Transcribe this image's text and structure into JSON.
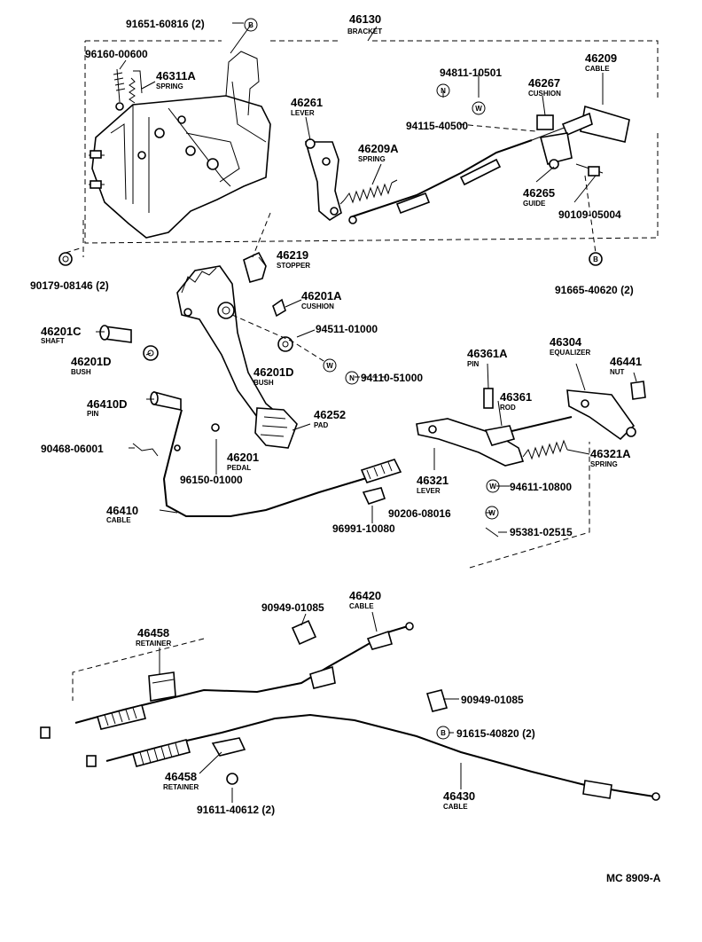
{
  "footer_code": "MC 8909-A",
  "symbols": {
    "B": "B",
    "W": "W",
    "N": "N"
  },
  "labels": [
    {
      "id": "l_91651",
      "text": "91651-60816 (2)"
    },
    {
      "id": "l_46130",
      "text": "46130"
    },
    {
      "id": "l_46130_sub",
      "text": "BRACKET"
    },
    {
      "id": "l_96160",
      "text": "96160-00600"
    },
    {
      "id": "l_46311A",
      "text": "46311A"
    },
    {
      "id": "l_46311A_sub",
      "text": "SPRING"
    },
    {
      "id": "l_94811",
      "text": "94811-10501"
    },
    {
      "id": "l_46267",
      "text": "46267"
    },
    {
      "id": "l_46267_sub",
      "text": "CUSHION"
    },
    {
      "id": "l_46209",
      "text": "46209"
    },
    {
      "id": "l_46209_sub",
      "text": "CABLE"
    },
    {
      "id": "l_46261",
      "text": "46261"
    },
    {
      "id": "l_46261_sub",
      "text": "LEVER"
    },
    {
      "id": "l_94115",
      "text": "94115-40500"
    },
    {
      "id": "l_46209A",
      "text": "46209A"
    },
    {
      "id": "l_46209A_sub",
      "text": "SPRING"
    },
    {
      "id": "l_46265",
      "text": "46265"
    },
    {
      "id": "l_46265_sub",
      "text": "GUIDE"
    },
    {
      "id": "l_90109",
      "text": "90109-05004"
    },
    {
      "id": "l_46219",
      "text": "46219"
    },
    {
      "id": "l_46219_sub",
      "text": "STOPPER"
    },
    {
      "id": "l_90179",
      "text": "90179-08146 (2)"
    },
    {
      "id": "l_91665",
      "text": "91665-40620 (2)"
    },
    {
      "id": "l_46201A",
      "text": "46201A"
    },
    {
      "id": "l_46201A_sub",
      "text": "CUSHION"
    },
    {
      "id": "l_46201C",
      "text": "46201C"
    },
    {
      "id": "l_46201C_sub",
      "text": "SHAFT"
    },
    {
      "id": "l_94511",
      "text": "94511-01000"
    },
    {
      "id": "l_46201D_a",
      "text": "46201D"
    },
    {
      "id": "l_46201D_a_sub",
      "text": "BUSH"
    },
    {
      "id": "l_46201D_b",
      "text": "46201D"
    },
    {
      "id": "l_46201D_b_sub",
      "text": "BUSH"
    },
    {
      "id": "l_94110",
      "text": "94110-51000"
    },
    {
      "id": "l_46361A",
      "text": "46361A"
    },
    {
      "id": "l_46361A_sub",
      "text": "PIN"
    },
    {
      "id": "l_46304",
      "text": "46304"
    },
    {
      "id": "l_46304_sub",
      "text": "EQUALIZER"
    },
    {
      "id": "l_46441",
      "text": "46441"
    },
    {
      "id": "l_46441_sub",
      "text": "NUT"
    },
    {
      "id": "l_46410D",
      "text": "46410D"
    },
    {
      "id": "l_46410D_sub",
      "text": "PIN"
    },
    {
      "id": "l_46361",
      "text": "46361"
    },
    {
      "id": "l_46361_sub",
      "text": "ROD"
    },
    {
      "id": "l_46252",
      "text": "46252"
    },
    {
      "id": "l_46252_sub",
      "text": "PAD"
    },
    {
      "id": "l_90468",
      "text": "90468-06001"
    },
    {
      "id": "l_46201",
      "text": "46201"
    },
    {
      "id": "l_46201_sub",
      "text": "PEDAL"
    },
    {
      "id": "l_46321A",
      "text": "46321A"
    },
    {
      "id": "l_46321A_sub",
      "text": "SPRING"
    },
    {
      "id": "l_96150",
      "text": "96150-01000"
    },
    {
      "id": "l_46321",
      "text": "46321"
    },
    {
      "id": "l_46321_sub",
      "text": "LEVER"
    },
    {
      "id": "l_94611",
      "text": "94611-10800"
    },
    {
      "id": "l_46410",
      "text": "46410"
    },
    {
      "id": "l_46410_sub",
      "text": "CABLE"
    },
    {
      "id": "l_90206",
      "text": "90206-08016"
    },
    {
      "id": "l_96991",
      "text": "96991-10080"
    },
    {
      "id": "l_95381",
      "text": "95381-02515"
    },
    {
      "id": "l_90949_a",
      "text": "90949-01085"
    },
    {
      "id": "l_46420",
      "text": "46420"
    },
    {
      "id": "l_46420_sub",
      "text": "CABLE"
    },
    {
      "id": "l_46458_a",
      "text": "46458"
    },
    {
      "id": "l_46458_a_sub",
      "text": "RETAINER"
    },
    {
      "id": "l_90949_b",
      "text": "90949-01085"
    },
    {
      "id": "l_91615",
      "text": "91615-40820 (2)"
    },
    {
      "id": "l_46458_b",
      "text": "46458"
    },
    {
      "id": "l_46458_b_sub",
      "text": "RETAINER"
    },
    {
      "id": "l_46430",
      "text": "46430"
    },
    {
      "id": "l_46430_sub",
      "text": "CABLE"
    },
    {
      "id": "l_91611",
      "text": "91611-40612 (2)"
    }
  ]
}
